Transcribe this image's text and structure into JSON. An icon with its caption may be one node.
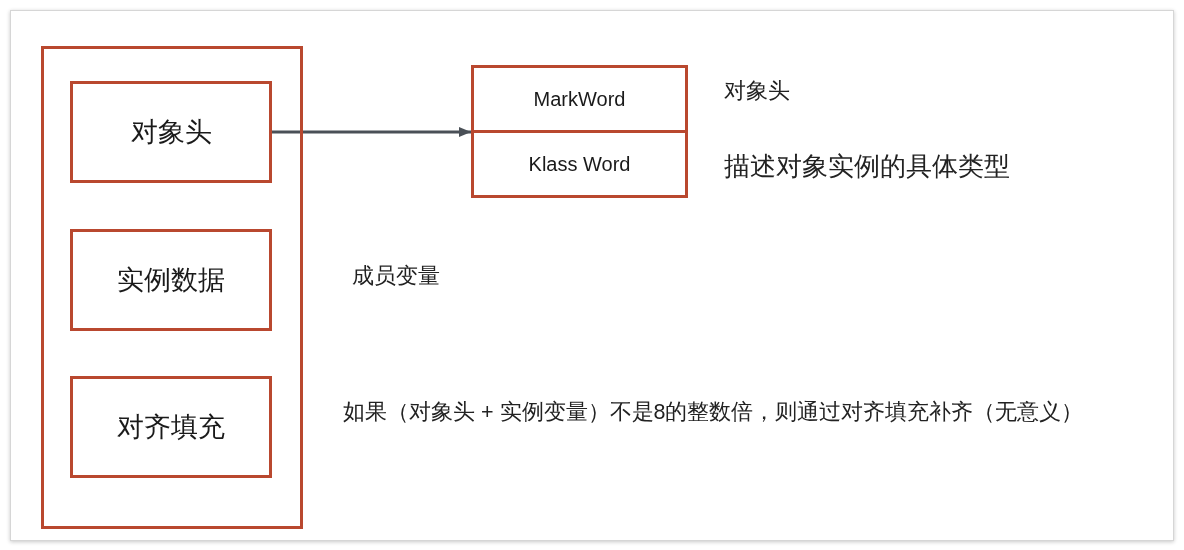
{
  "diagram": {
    "nodes": [
      {
        "text": [],
        "shape": "box"
      },
      {
        "text": [
          "对象头"
        ],
        "in": 0
      },
      {
        "text": [
          "实例数据"
        ],
        "in": 0,
        "beside": [
          "成员变量"
        ]
      },
      {
        "text": [
          "对齐填充"
        ],
        "in": 0,
        "beside": [
          "如果（对象头 + 实例变量）不是8的整数倍，则通过对齐填充补齐（无意义）"
        ]
      },
      {
        "text": [],
        "shape": "box"
      },
      {
        "text": [
          "MarkWord"
        ],
        "in": 4,
        "beside": [
          "对象头"
        ]
      },
      {
        "text": [
          "Klass Word"
        ],
        "in": 4,
        "beside": [
          "描述对象实例的具体类型"
        ]
      }
    ],
    "edges": [
      {
        "from": 1,
        "to": 4,
        "arrow": "to"
      }
    ]
  }
}
